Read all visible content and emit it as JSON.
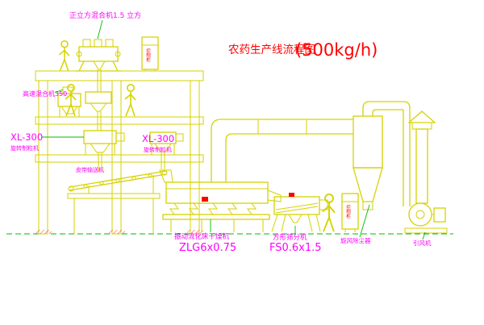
{
  "title": {
    "main": "农药生产线流程图",
    "capacity": "(500kg/h)"
  },
  "labels": {
    "cube_mixer": "正立方混合机1.5 立方",
    "high_speed_mixer": "高速混合机350",
    "xl300_left": "XL-300",
    "granulator_left": "旋转制粒机",
    "xl300_mid": "XL-300",
    "granulator_mid": "旋转制粒机",
    "belt_conveyor": "皮带输送机",
    "dryer_name": "振动流化床干燥机",
    "dryer_model": "ZLG6x0.75",
    "sieve_name": "方形筛分机",
    "sieve_model": "FS0.6x1.5",
    "cyclone": "旋风除尘器",
    "fan": "引风机",
    "cabinet_top": "控制柜",
    "cabinet_right": "控制柜"
  },
  "colors": {
    "equipment_line": "#d6d200",
    "label_text": "#ff00ff",
    "title_text": "#ff0000",
    "leader_line": "#00bb00",
    "accent_red": "#ff0000",
    "background": "#ffffff"
  }
}
